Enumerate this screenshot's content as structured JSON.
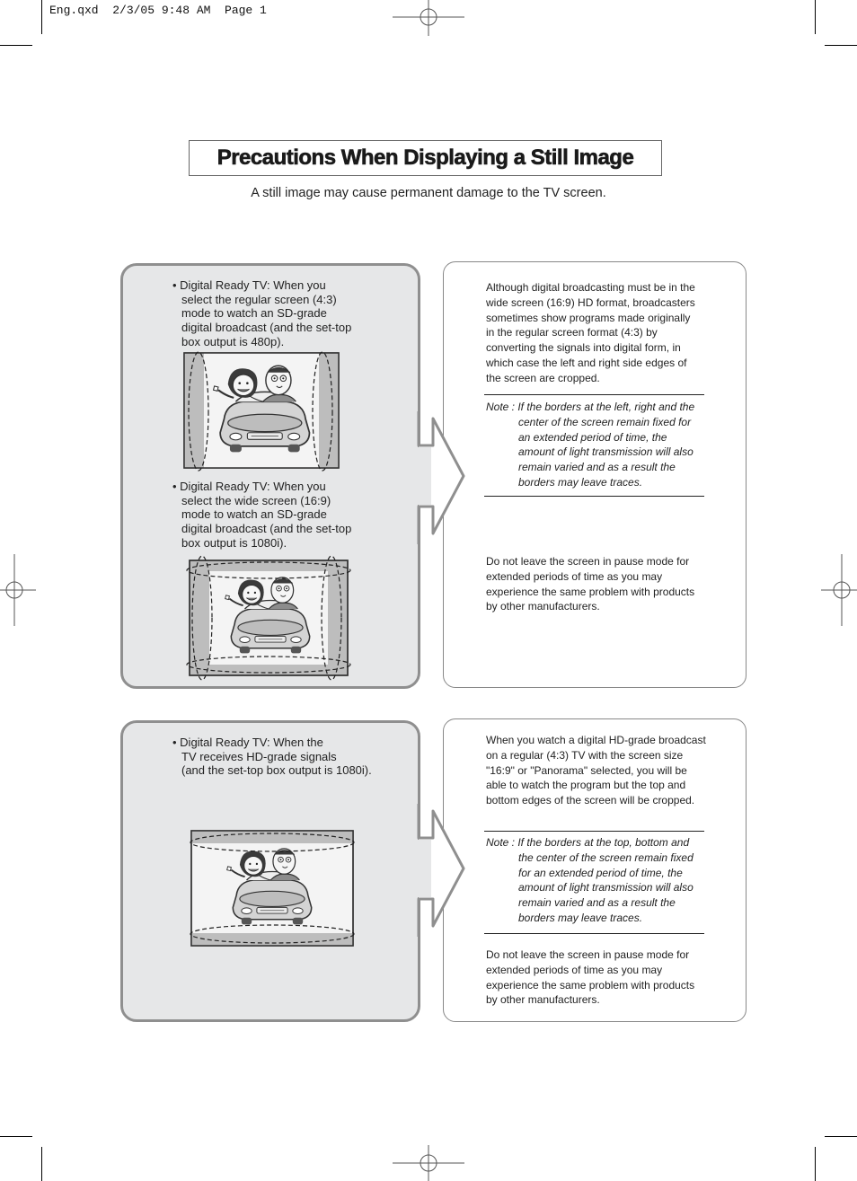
{
  "print_slug": "Eng.qxd  2/3/05 9:48 AM  Page 1",
  "title": "Precautions When Displaying a Still Image",
  "subtitle": "A still image may cause permanent damage to the TV screen.",
  "sections": [
    {
      "left": {
        "items": [
          {
            "lines": [
              "• Digital Ready TV: When you",
              "select the regular screen (4:3)",
              "mode to watch an SD-grade",
              "digital broadcast (and the set-top",
              "box output is 480p)."
            ],
            "illustration": "tv-car-cartoon-icon"
          },
          {
            "lines": [
              "• Digital Ready TV: When you",
              "select the wide screen (16:9)",
              "mode to watch an SD-grade",
              "digital broadcast (and the set-top",
              "box output is 1080i)."
            ],
            "illustration": "tv-car-cartoon-icon"
          }
        ]
      },
      "right": {
        "body_lines": [
          "Although digital broadcasting must be in the",
          "wide screen (16:9) HD format, broadcasters",
          "sometimes show programs made originally",
          "in the regular screen format (4:3) by",
          "converting the signals into digital form, in",
          "which case the left and right side edges of",
          "the screen are cropped."
        ],
        "note_lines": [
          "Note : If the borders at the left, right and the",
          "center of the screen remain fixed for",
          "an extended period of time, the",
          "amount of light transmission will also",
          "remain varied and as a result the",
          "borders may leave traces."
        ],
        "footer_lines": [
          "Do not leave the screen in pause mode for",
          "extended periods of time as you may",
          "experience the same problem with products",
          "by other manufacturers."
        ]
      }
    },
    {
      "left": {
        "items": [
          {
            "lines": [
              "• Digital Ready TV: When the",
              "TV receives HD-grade signals",
              "(and the set-top box output is 1080i)."
            ],
            "illustration": "tv-car-cartoon-icon"
          }
        ]
      },
      "right": {
        "body_lines": [
          "When you watch a digital HD-grade broadcast",
          "on a regular (4:3) TV with the screen size",
          "\"16:9\" or \"Panorama\" selected, you will be",
          "able to watch the program but the top and",
          "bottom edges of the screen will be cropped."
        ],
        "note_lines": [
          "Note : If the borders at the top, bottom and",
          "the center of the screen remain fixed",
          "for an extended period of time, the",
          "amount of light transmission will also",
          "remain varied and as a result the",
          "borders may leave traces."
        ],
        "footer_lines": [
          "Do not leave the screen in pause mode for",
          "extended periods of time as you may",
          "experience the same problem with products",
          "by other manufacturers."
        ]
      }
    }
  ]
}
